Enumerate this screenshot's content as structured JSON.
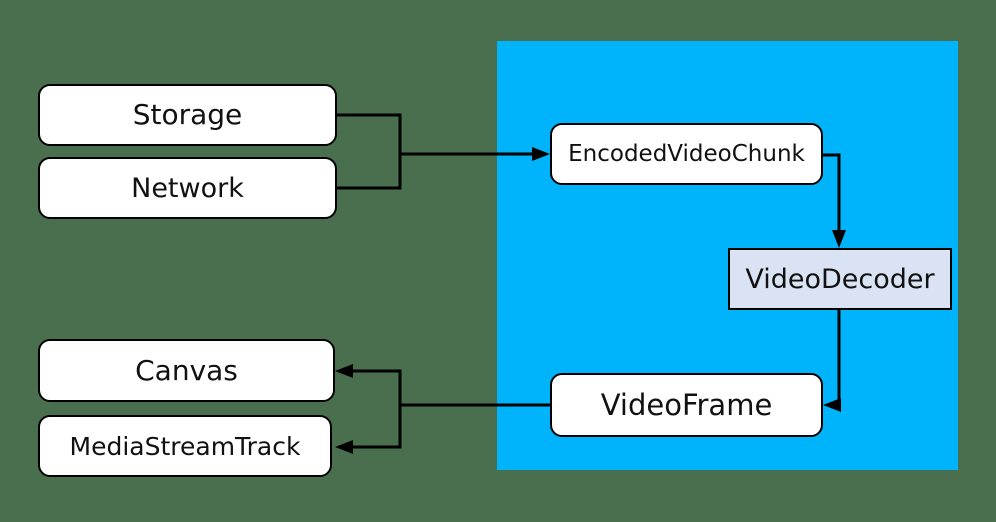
{
  "diagram": {
    "description": "Video decode pipeline diagram",
    "colors": {
      "background": "#4a6f4e",
      "webcodecs_region": "#00b4fc",
      "node_fill": "#ffffff",
      "decoder_node_fill": "#dae3f3",
      "line": "#000000",
      "text": "#111111"
    },
    "nodes": [
      {
        "id": "storage",
        "label": "Storage"
      },
      {
        "id": "network",
        "label": "Network"
      },
      {
        "id": "encoded_video_chunk",
        "label": "EncodedVideoChunk"
      },
      {
        "id": "video_decoder",
        "label": "VideoDecoder"
      },
      {
        "id": "video_frame",
        "label": "VideoFrame"
      },
      {
        "id": "canvas",
        "label": "Canvas"
      },
      {
        "id": "media_stream_track",
        "label": "MediaStreamTrack"
      }
    ],
    "edges": [
      {
        "from": "Storage",
        "to": "EncodedVideoChunk"
      },
      {
        "from": "Network",
        "to": "EncodedVideoChunk"
      },
      {
        "from": "EncodedVideoChunk",
        "to": "VideoDecoder"
      },
      {
        "from": "VideoDecoder",
        "to": "VideoFrame"
      },
      {
        "from": "VideoFrame",
        "to": "Canvas"
      },
      {
        "from": "VideoFrame",
        "to": "MediaStreamTrack"
      }
    ]
  }
}
